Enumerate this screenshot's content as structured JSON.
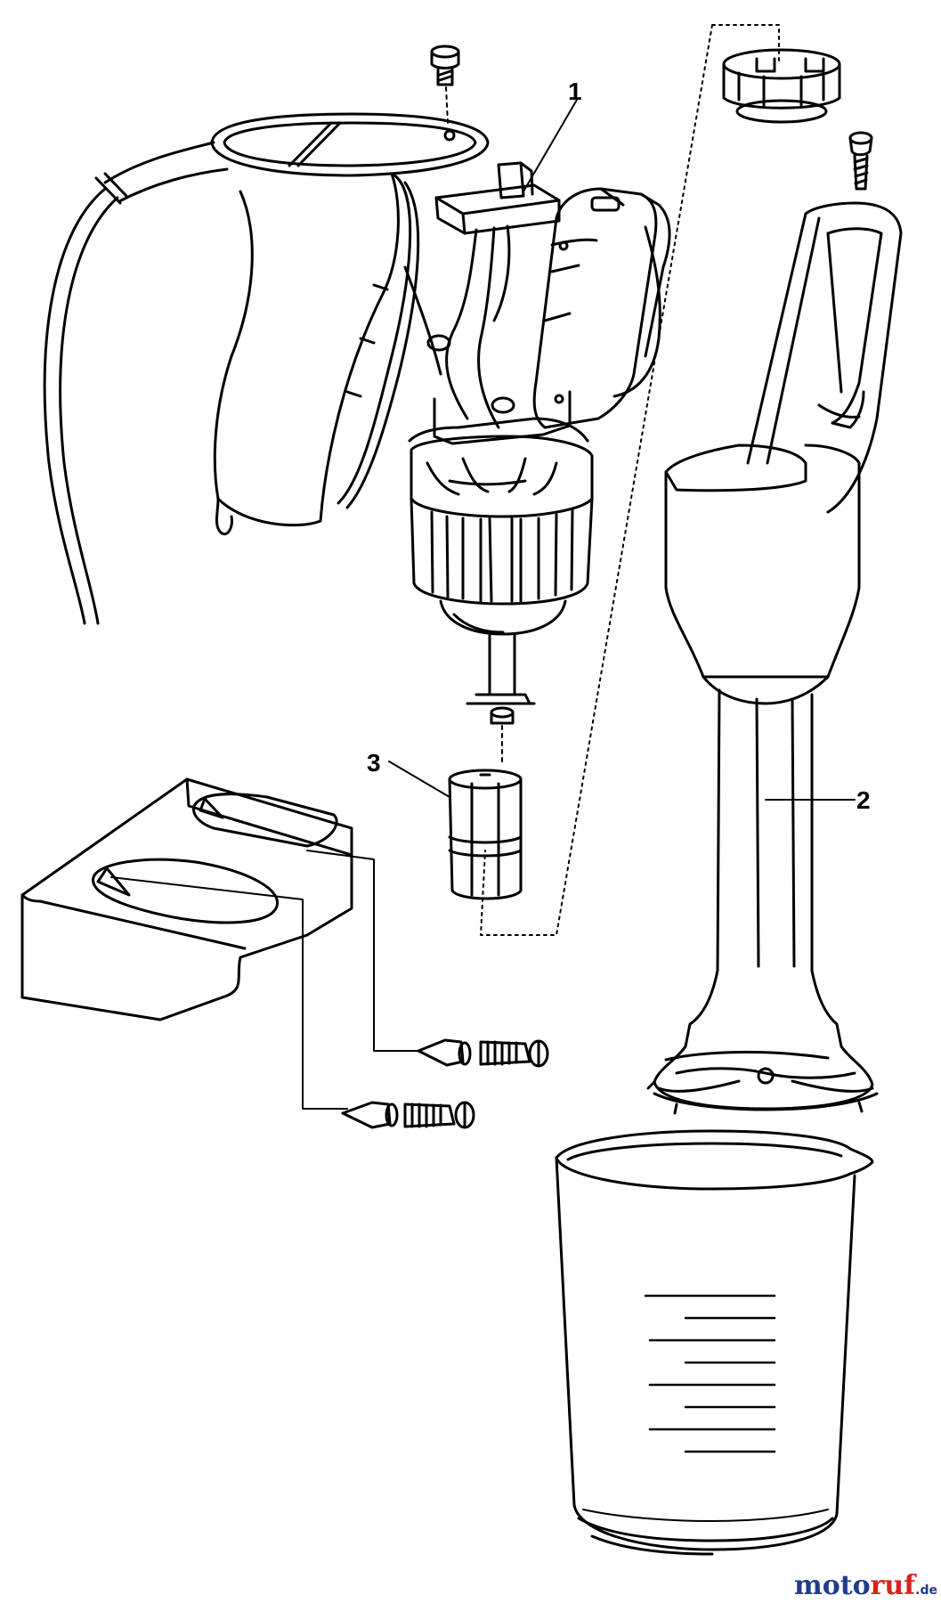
{
  "diagram": {
    "callouts": [
      {
        "label": "1",
        "part": "switch"
      },
      {
        "label": "2",
        "part": "shaft"
      },
      {
        "label": "3",
        "part": "coupling"
      }
    ]
  },
  "watermark": {
    "part_a": "moto",
    "part_b": "ruf",
    "suffix": ".de",
    "colors": {
      "primary": "#1f3d8a",
      "accent": "#d6231e"
    }
  }
}
